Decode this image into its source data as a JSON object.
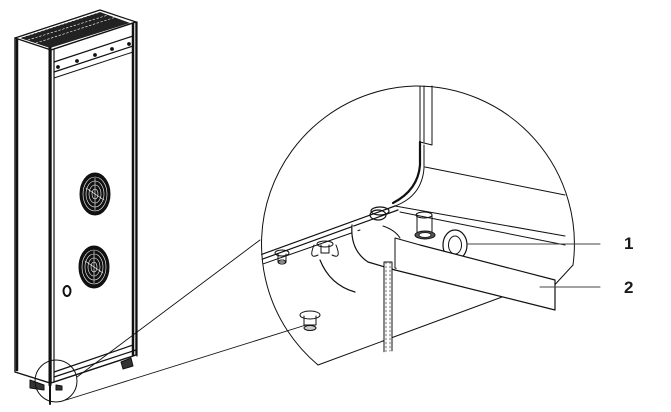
{
  "diagram": {
    "type": "technical-illustration",
    "subject": "tall cabinet unit with two fans, detail view of bottom corner drain connection",
    "line_color": "#111111",
    "background": "#ffffff",
    "callouts": [
      {
        "number": "1",
        "target": "ring connector"
      },
      {
        "number": "2",
        "target": "drain hose"
      }
    ]
  }
}
